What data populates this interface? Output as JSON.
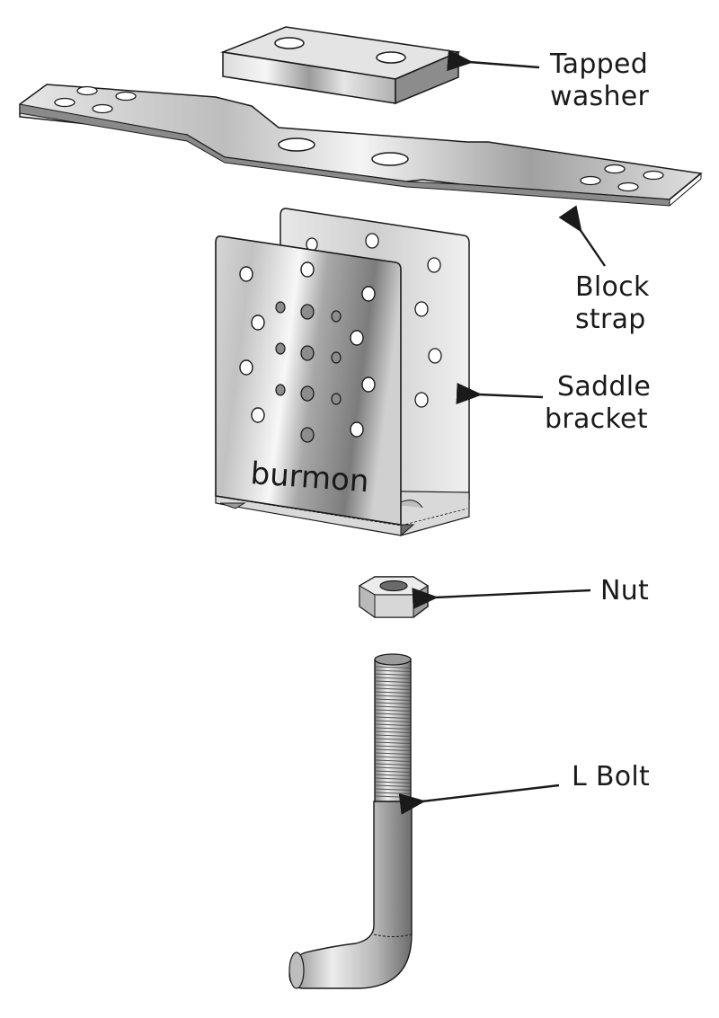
{
  "labels": {
    "tapped_washer": [
      "Tapped",
      "washer"
    ],
    "block_strap": [
      "Block",
      "strap"
    ],
    "saddle_bracket": [
      "Saddle",
      "bracket"
    ],
    "nut": "Nut",
    "l_bolt": "L Bolt"
  },
  "brand_mark": "burmon",
  "colors": {
    "outline": "#1a1a1a",
    "steel_light": "#f2f2f2",
    "steel_mid": "#c8c8c8",
    "steel_dark": "#6e6e6e",
    "background": "#ffffff"
  }
}
